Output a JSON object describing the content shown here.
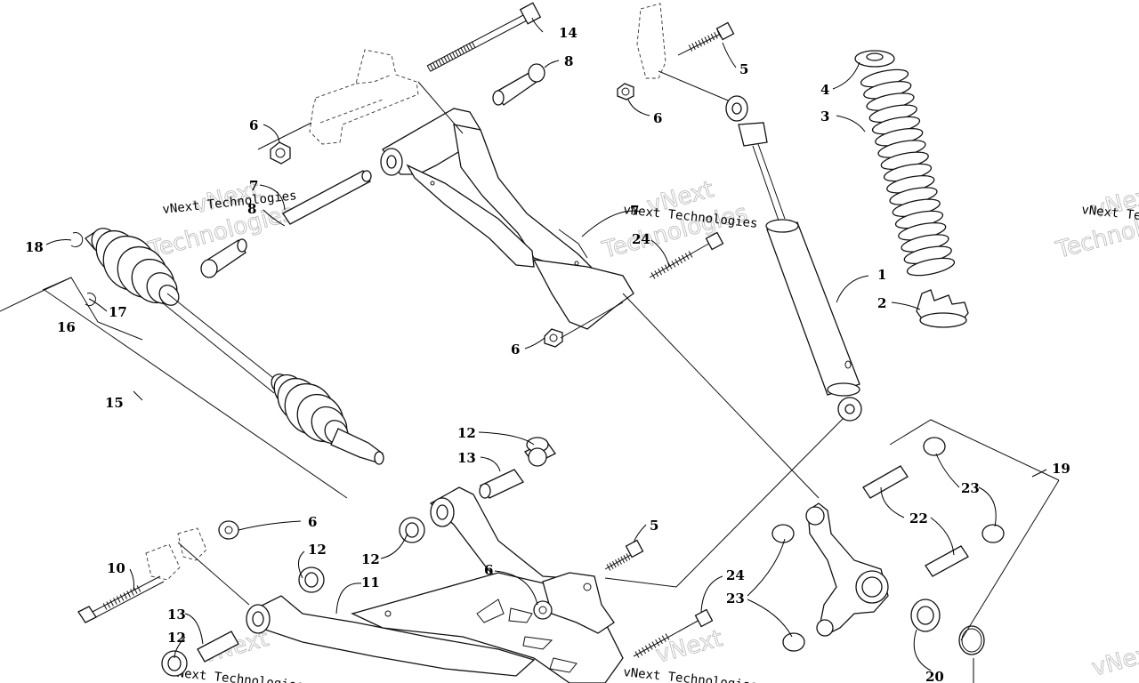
{
  "diagram": {
    "watermark_text": "vNext Technologies",
    "watermark_big_a": "vNext",
    "watermark_big_b": "Technologies",
    "callouts": {
      "c1": "1",
      "c2": "2",
      "c3": "3",
      "c4": "4",
      "c5a": "5",
      "c5b": "5",
      "c6a": "6",
      "c6b": "6",
      "c6c": "6",
      "c6d": "6",
      "c6e": "6",
      "c7": "7",
      "c8a": "8",
      "c8b": "8",
      "c9": "7",
      "c10": "10",
      "c11": "11",
      "c12a": "12",
      "c12b": "12",
      "c12c": "12",
      "c12d": "12",
      "c13a": "13",
      "c13b": "13",
      "c14": "14",
      "c15": "15",
      "c16": "16",
      "c17": "17",
      "c18": "18",
      "c19": "19",
      "c20": "20",
      "c22": "22",
      "c23a": "23",
      "c23b": "23",
      "c24a": "24",
      "c24b": "24"
    }
  }
}
